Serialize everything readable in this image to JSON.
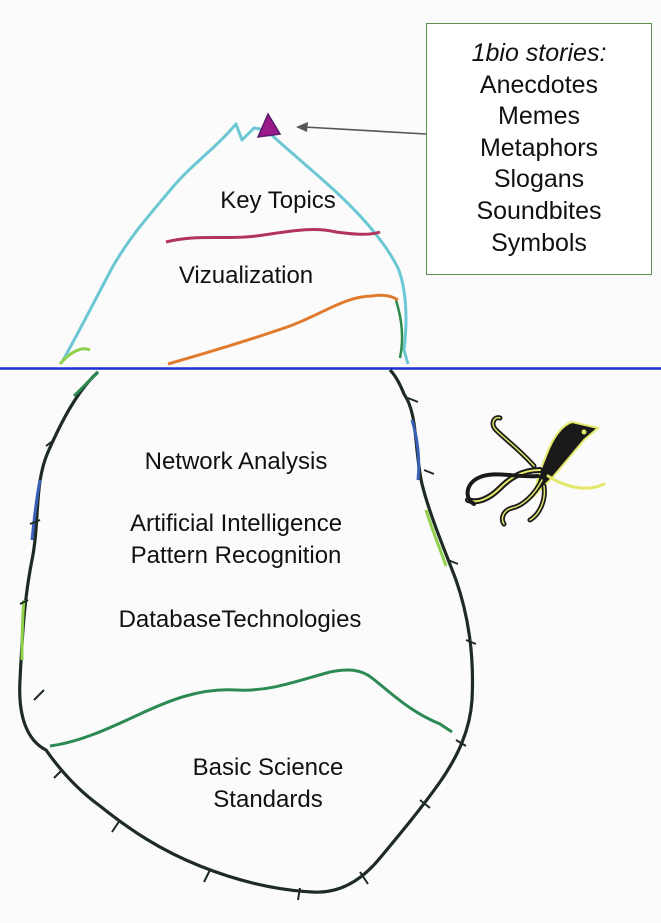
{
  "callout": {
    "title": "1bio stories:",
    "items": [
      "Anecdotes",
      "Memes",
      "Metaphors",
      "Slogans",
      "Soundbites",
      "Symbols"
    ]
  },
  "layers": {
    "key_topics": "Key Topics",
    "visualization": "Vizualization",
    "network_analysis": "Network Analysis",
    "ai_line1": "Artificial Intelligence",
    "ai_line2": "Pattern Recognition",
    "database": "DatabaseTechnologies",
    "basic_science_line1": "Basic Science",
    "basic_science_line2": "Standards"
  },
  "colors": {
    "waterline": "#1b2fd6",
    "tip": "#9a1a8a",
    "tip_outline": "#6fc9d6",
    "magenta_band": "#b2345e",
    "orange_band": "#e07a2c",
    "green_band": "#2d8a55",
    "outline_dark": "#1e2a24",
    "squid": "#e4e86a"
  }
}
